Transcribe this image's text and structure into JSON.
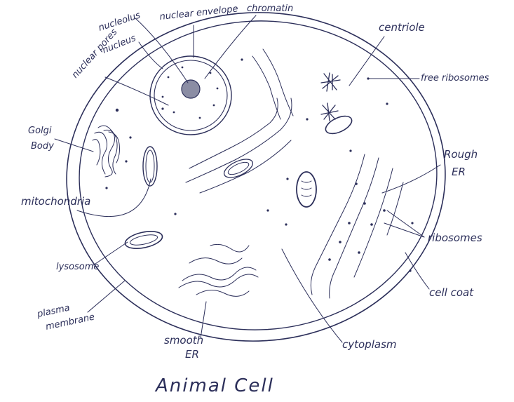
{
  "title": "Animal Cell",
  "labels": {
    "nucleolus": "nucleolus",
    "nuclear_envelope": "nuclear envelope",
    "chromatin": "chromatin",
    "nucleus": "nucleus",
    "nuclear_pores": "nuclear pores",
    "centriole": "centriole",
    "free_ribosomes": "free ribosomes",
    "golgi_body_line1": "Golgi",
    "golgi_body_line2": "Body",
    "rough_er_line1": "Rough",
    "rough_er_line2": "ER",
    "mitochondria": "mitochondria",
    "ribosomes": "ribosomes",
    "lysosome": "lysosome",
    "cell_coat": "cell coat",
    "plasma_membrane_line1": "plasma",
    "plasma_membrane_line2": "membrane",
    "smooth_er_line1": "smooth",
    "smooth_er_line2": "ER",
    "cytoplasm": "cytoplasm"
  },
  "colors": {
    "ink": "#2c2f5a",
    "paper": "#ffffff"
  }
}
